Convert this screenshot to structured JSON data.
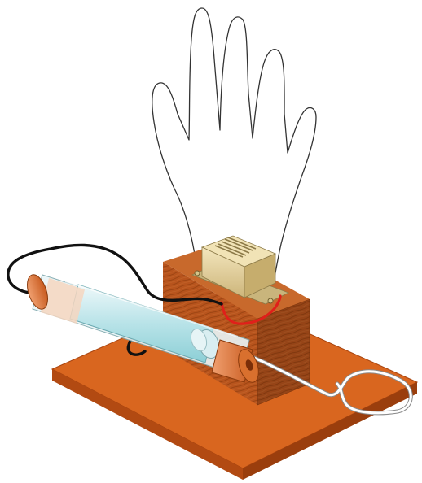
{
  "diagram": {
    "kind": "isometric apparatus illustration",
    "parts": [
      {
        "id": "hand-outline",
        "icon": "hand-outline-icon"
      },
      {
        "id": "base-board",
        "icon": "wooden-board-icon"
      },
      {
        "id": "wood-block",
        "icon": "wooden-block-icon"
      },
      {
        "id": "speaker-box",
        "icon": "speaker-icon"
      },
      {
        "id": "tube",
        "icon": "glass-tube-icon"
      },
      {
        "id": "black-wire",
        "icon": "wire-icon"
      },
      {
        "id": "red-wire",
        "icon": "wire-icon"
      },
      {
        "id": "white-loop-wire",
        "icon": "wire-loop-icon"
      }
    ],
    "colors": {
      "board": "#d9661f",
      "board_side": "#a8440f",
      "block": "#b5521c",
      "speaker": "#e6d39a",
      "tube_glass": "#cfe6ea",
      "tube_liquid": "#9fd9de",
      "cap": "#e0783a",
      "black_wire": "#111111",
      "red_wire": "#e0201a",
      "white_wire": "#ffffff"
    }
  }
}
